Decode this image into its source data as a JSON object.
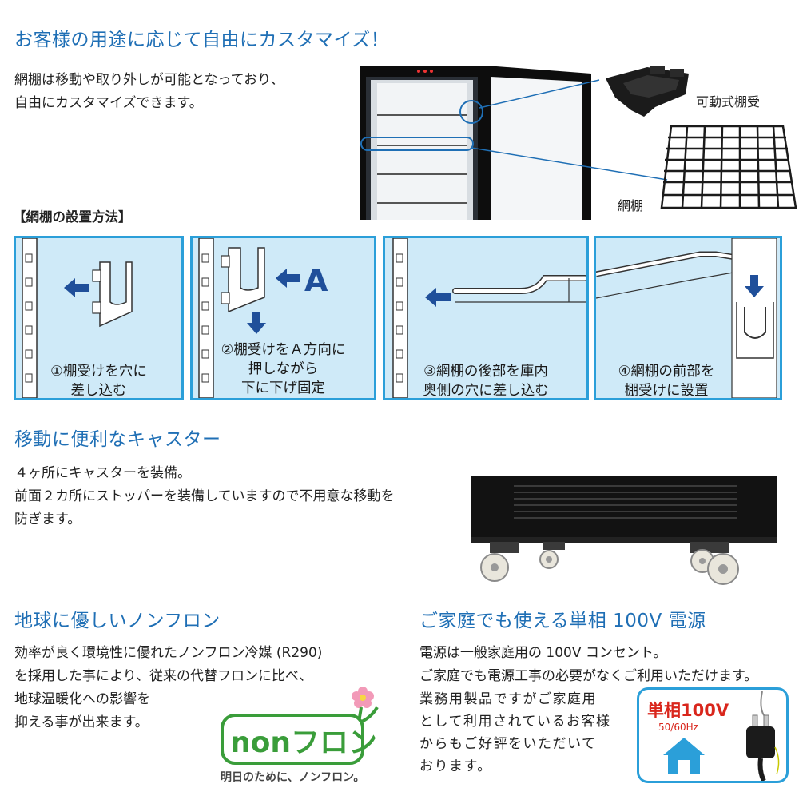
{
  "customize": {
    "heading": "お客様の用途に応じて自由にカスタマイズ！",
    "desc": [
      "網棚は移動や取り外しが可能となっており、",
      "自由にカスタマイズできます。"
    ],
    "label_bracket": "可動式棚受",
    "label_shelf": "網棚"
  },
  "install": {
    "title": "【網棚の設置方法】",
    "steps": [
      {
        "lines": [
          "①棚受けを穴に",
          "差し込む"
        ]
      },
      {
        "lines": [
          "②棚受けをＡ方向に",
          "押しながら",
          "下に下げ固定"
        ],
        "marker": "A"
      },
      {
        "lines": [
          "③網棚の後部を庫内",
          "奥側の穴に差し込む"
        ]
      },
      {
        "lines": [
          "④網棚の前部を",
          "棚受けに設置"
        ]
      }
    ]
  },
  "casters": {
    "heading": "移動に便利なキャスター",
    "desc": [
      "４ヶ所にキャスターを装備。",
      "前面２カ所にストッパーを装備していますので不用意な移動を",
      "防ぎます。"
    ]
  },
  "nonfreon": {
    "heading": "地球に優しいノンフロン",
    "desc": [
      "効率が良く環境性に優れたノンフロン冷媒 (R290)",
      "を採用した事により、従来の代替フロンに比べ、",
      "地球温暖化への影響を",
      "抑える事が出来ます。"
    ],
    "logo_text": "nonフロン",
    "logo_tagline": "明日のために、ノンフロン。"
  },
  "power": {
    "heading": "ご家庭でも使える単相 100V 電源",
    "desc_full": [
      "電源は一般家庭用の 100V コンセント。",
      "ご家庭でも電源工事の必要がなくご利用いただけます。"
    ],
    "desc_short": [
      "業務用製品ですがご家庭用",
      "として利用されているお客様",
      "からもご好評をいただいて",
      "おります。"
    ],
    "badge_title": "単相100V",
    "badge_freq": "50/60Hz"
  },
  "colors": {
    "heading": "#1f6fb5",
    "panel_border": "#2b9fd9",
    "panel_fill": "#cfeaf8",
    "arrow": "#1f4f9a",
    "badge_red": "#d9261c",
    "logo_green": "#3a9d3a"
  }
}
